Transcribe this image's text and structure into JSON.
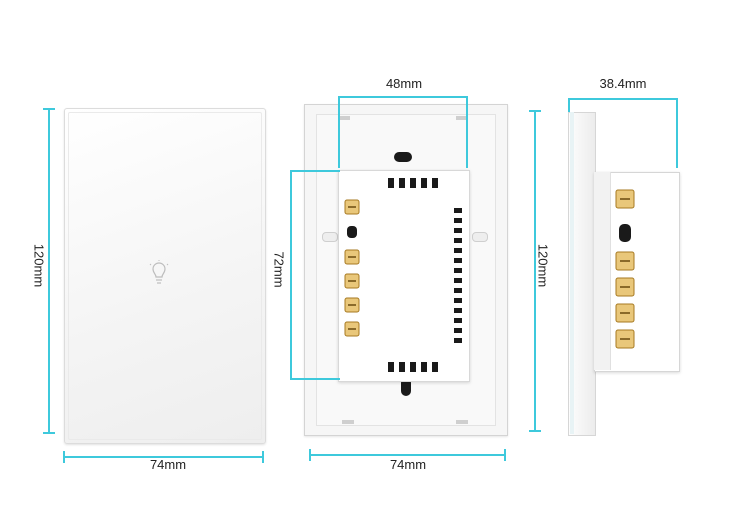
{
  "dimensions": {
    "front_width": "74mm",
    "front_height": "120mm",
    "back_top_width": "48mm",
    "back_inner_height": "72mm",
    "back_width": "74mm",
    "side_depth": "38.4mm",
    "side_height": "120mm"
  },
  "colors": {
    "dimension_line": "#3ec9dc",
    "panel": "#f7f7f7",
    "panel_edge": "#d8d8d8",
    "terminal": "#c89a3a",
    "slot": "#1a1a1a"
  },
  "icons": {
    "touch_button": "bulb-touch-icon"
  }
}
